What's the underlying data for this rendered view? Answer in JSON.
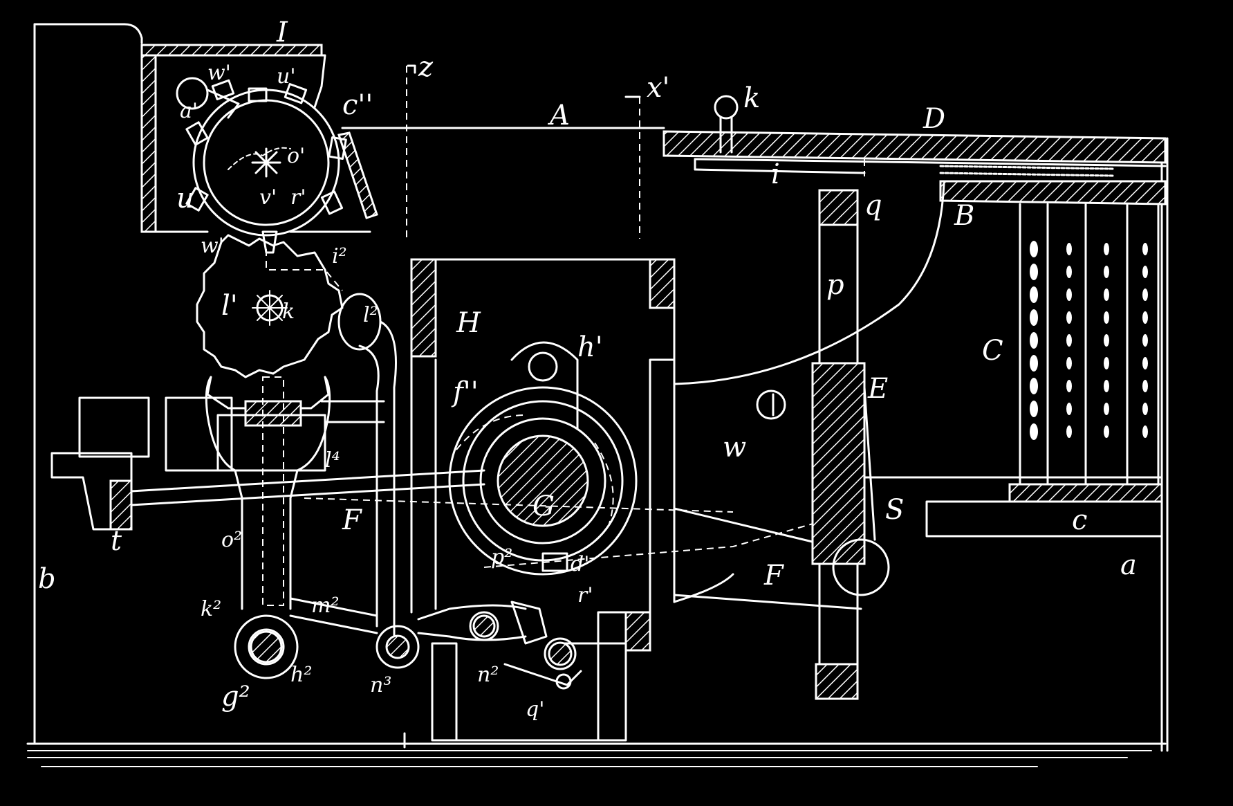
{
  "labels": {
    "I": "I",
    "z": "z",
    "x1": "x'",
    "A": "A",
    "k": "k",
    "D": "D",
    "w1": "w'",
    "u1": "u'",
    "a1": "a'",
    "c2": "c''",
    "o1": "o'",
    "u": "u",
    "v1": "v'",
    "r1": "r'",
    "w1b": "w'",
    "i2": "i²",
    "l1": "l'",
    "k_small": "k",
    "l2": "l²",
    "i": "i",
    "q": "q",
    "B": "B",
    "p": "p",
    "H": "H",
    "h1": "h'",
    "C": "C",
    "f2": "f''",
    "E": "E",
    "w": "w",
    "G": "G",
    "l4": "l⁴",
    "S": "S",
    "c": "c",
    "F_left": "F",
    "F_right": "F",
    "o2": "o²",
    "p2": "p²",
    "d1": "d'",
    "a": "a",
    "b": "b",
    "t": "t",
    "k2": "k²",
    "m2": "m²",
    "r1b": "r'",
    "h2": "h²",
    "g2": "g²",
    "n3": "n³",
    "n2": "n²",
    "q1": "q'"
  },
  "colors": {
    "background": "#000000",
    "ink": "#ffffff"
  }
}
